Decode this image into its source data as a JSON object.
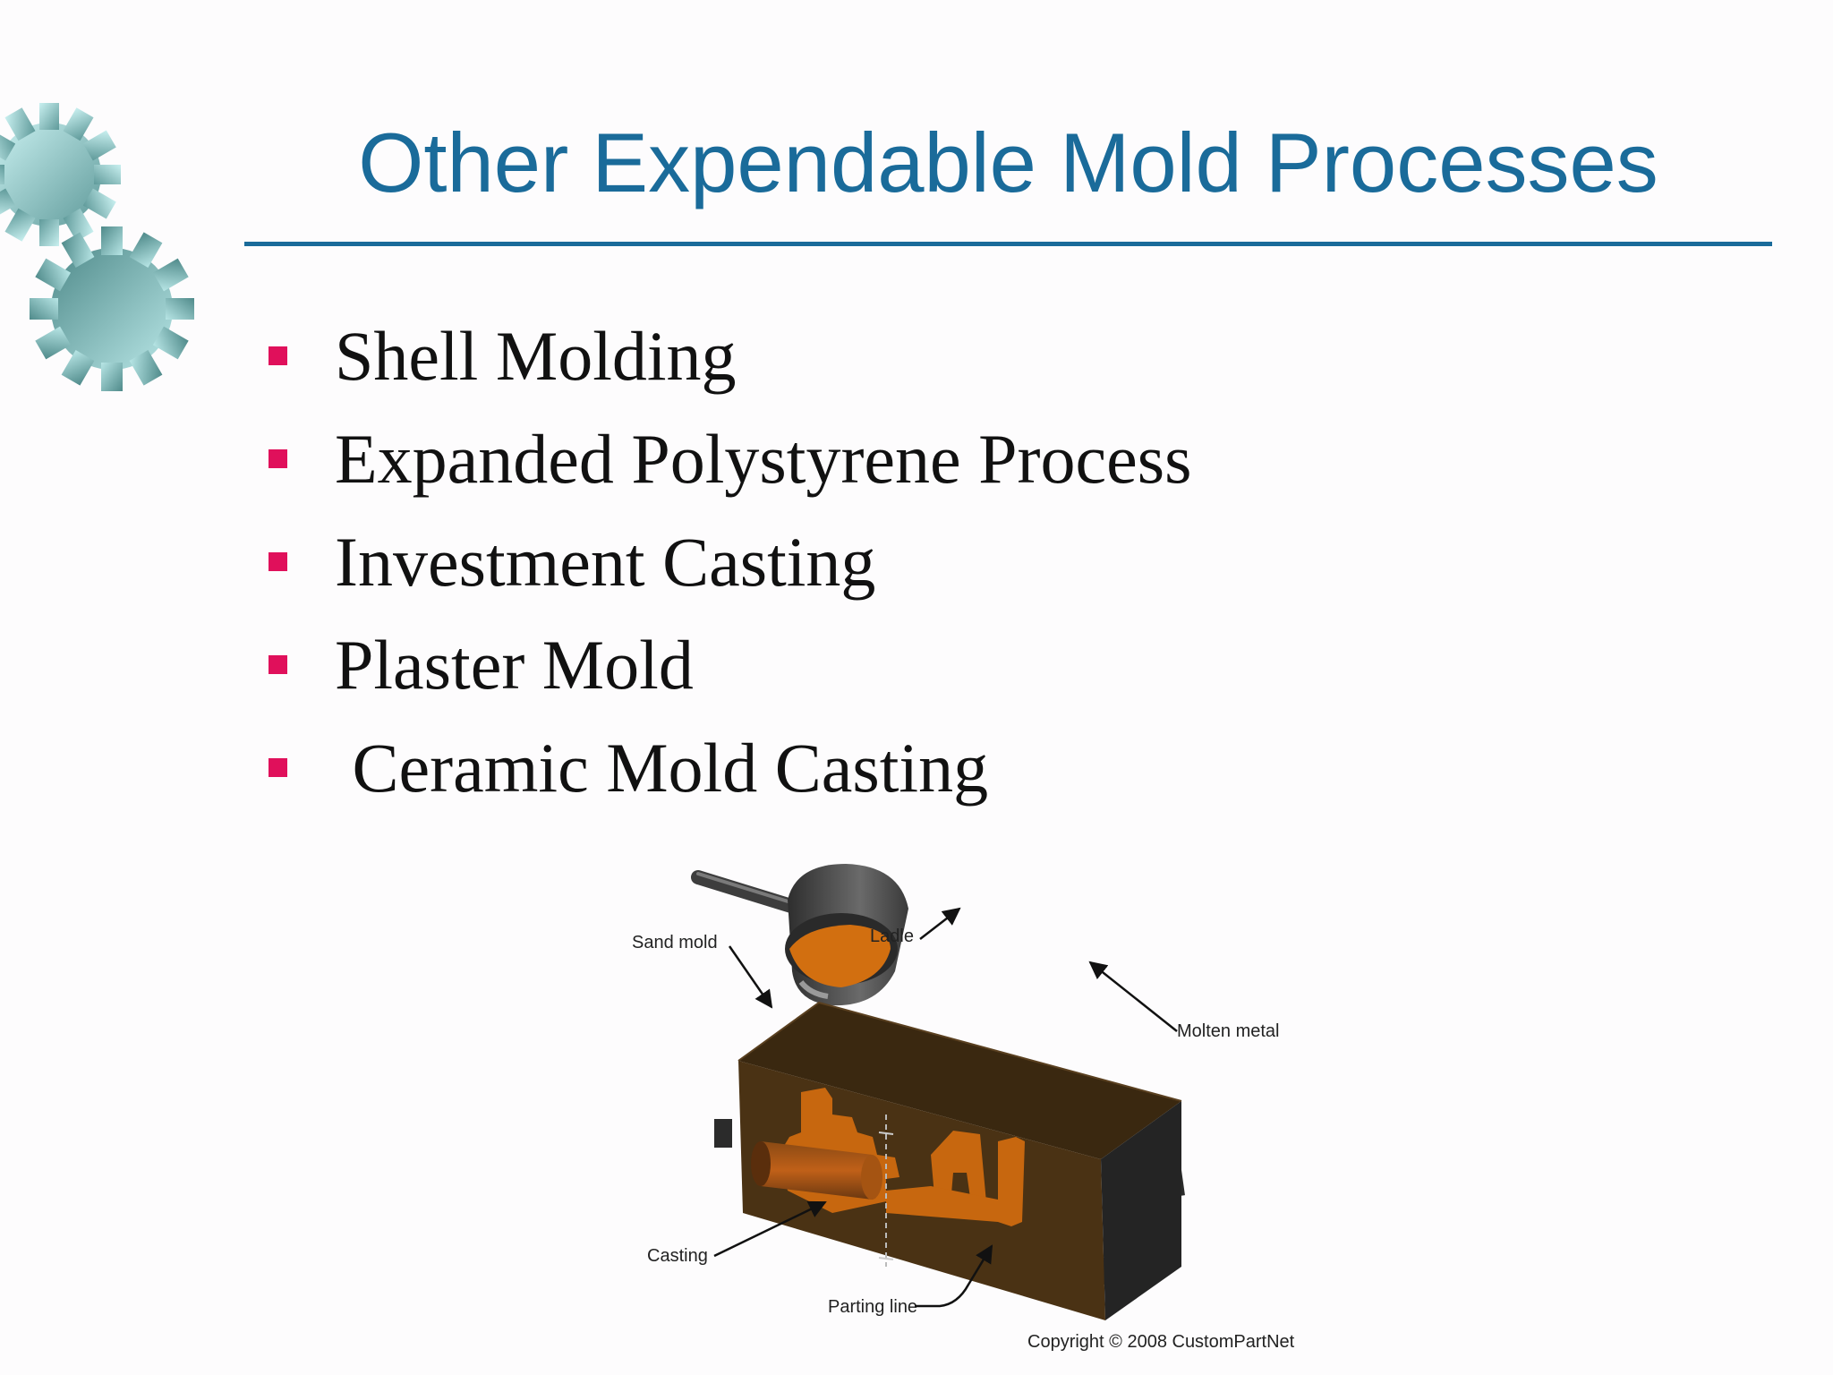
{
  "slide": {
    "title": "Other Expendable Mold Processes",
    "bullets": [
      "Shell Molding",
      "Expanded Polystyrene Process",
      "Investment Casting",
      "Plaster Mold",
      " Ceramic Mold Casting"
    ]
  },
  "figure": {
    "labels": {
      "sand_mold": "Sand mold",
      "ladle": "Ladle",
      "molten_metal": "Molten metal",
      "casting": "Casting",
      "parting_line": "Parting line"
    },
    "copyright": "Copyright © 2008 CustomPartNet"
  },
  "colors": {
    "title": "#1a6b9a",
    "bullet": "#e0105b",
    "molten": "#d46e10",
    "mold": "#3a2a14"
  },
  "icons": {
    "decoration": "gears-icon"
  }
}
